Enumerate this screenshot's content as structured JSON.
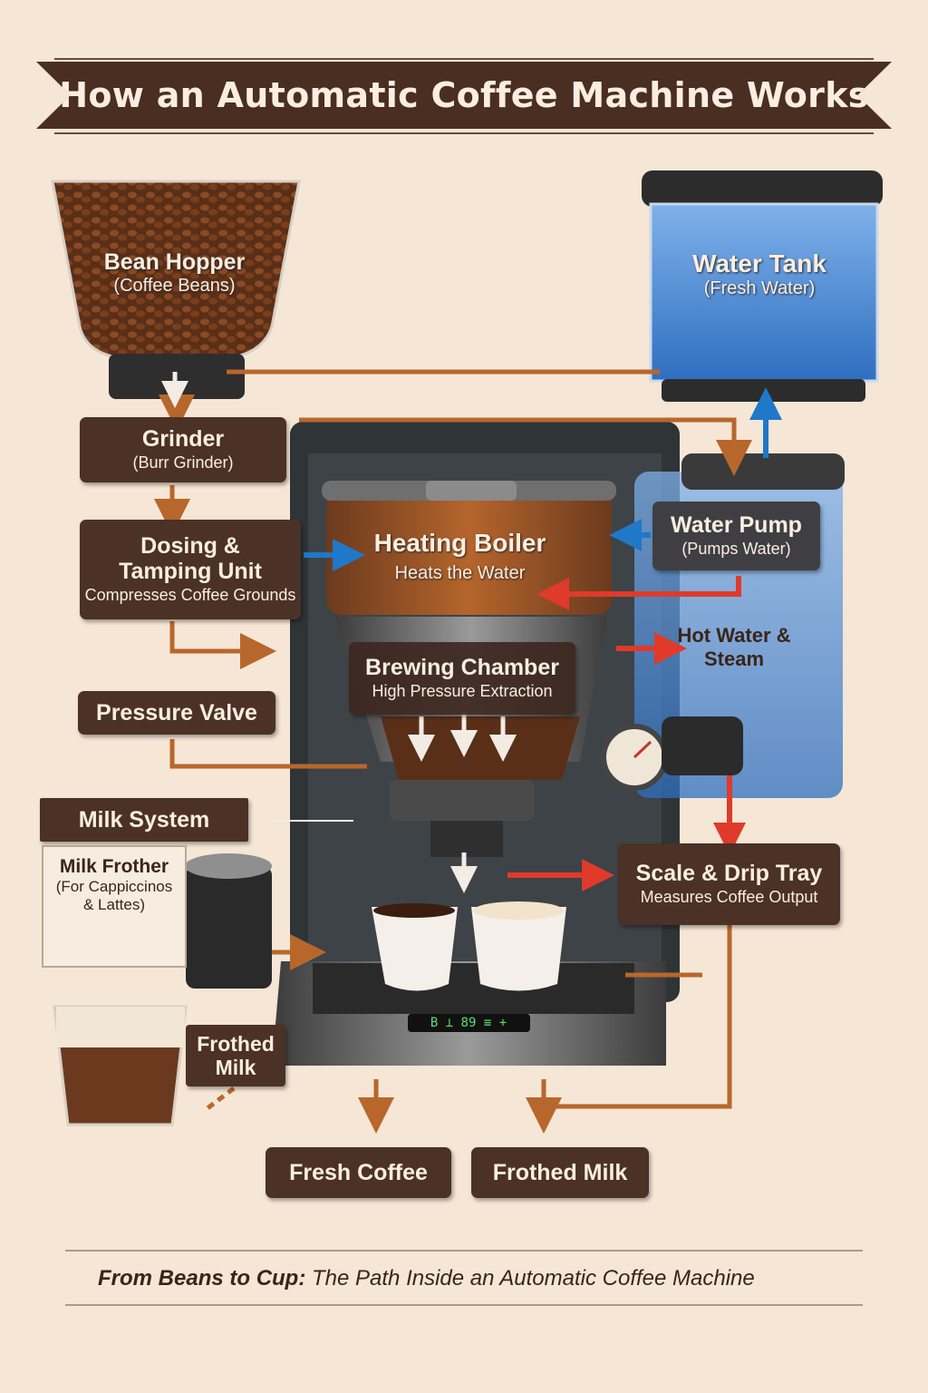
{
  "title": "How an Automatic Coffee Machine Works",
  "components": {
    "bean_hopper": {
      "name": "Bean Hopper",
      "detail": "(Coffee Beans)"
    },
    "water_tank": {
      "name": "Water Tank",
      "detail": "(Fresh Water)"
    },
    "grinder": {
      "name": "Grinder",
      "detail": "(Burr Grinder)"
    },
    "dosing": {
      "name_line1": "Dosing &",
      "name_line2": "Tamping Unit",
      "detail": "Compresses Coffee Grounds"
    },
    "heating_boiler": {
      "name": "Heating Boiler",
      "detail": "Heats the Water"
    },
    "water_pump": {
      "name": "Water Pump",
      "detail": "(Pumps Water)"
    },
    "hot_water_steam": {
      "line1": "Hot Water &",
      "line2": "Steam"
    },
    "brewing_chamber": {
      "name": "Brewing Chamber",
      "detail": "High Pressure Extraction"
    },
    "pressure_valve": {
      "name": "Pressure Valve"
    },
    "milk_system": {
      "name": "Milk System"
    },
    "milk_frother": {
      "name": "Milk Frother",
      "detail_line1": "(For Cappiccinos",
      "detail_line2": "& Lattes)"
    },
    "scale_drip": {
      "name": "Scale & Drip Tray",
      "detail": "Measures Coffee Output"
    },
    "frothed_milk_side": {
      "line1": "Frothed",
      "line2": "Milk"
    },
    "display_panel": "B ⊥ 89 ≡ +"
  },
  "outputs": {
    "fresh_coffee": "Fresh Coffee",
    "frothed_milk": "Frothed Milk"
  },
  "footer": {
    "bold": "From Beans to Cup:",
    "rest": " The Path Inside an Automatic Coffee Machine"
  },
  "colors": {
    "background": "#f5e6d6",
    "label_bg": "#4b3126",
    "flow_brown": "#b8672c",
    "flow_red": "#e03a2b",
    "flow_blue": "#1f78c8",
    "water": "#4f8fd6"
  },
  "icons": [
    "coffee-beans-icon",
    "water-tank-icon",
    "boiler-icon",
    "gauge-icon",
    "cup-icon",
    "frother-icon"
  ]
}
